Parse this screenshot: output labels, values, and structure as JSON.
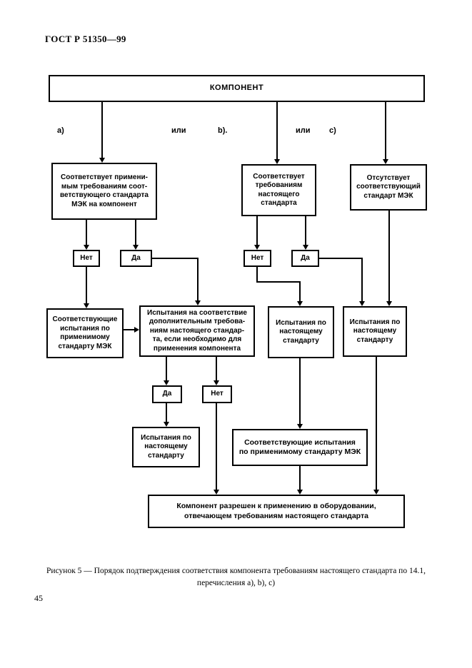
{
  "document": {
    "header": "ГОСТ Р 51350—99",
    "caption": "Рисунок 5 — Порядок подтверждения соответствия компонента требованиям настоящего стандарта по 14.1,\nперечисления а), b), с)",
    "page_number": "45"
  },
  "flowchart": {
    "root": "КОМПОНЕНТ",
    "branch_a_label": "а)",
    "or_label_1": "или",
    "branch_b_label": "b).",
    "or_label_2": "или",
    "branch_c_label": "с)",
    "decision_yes": "Да",
    "decision_no": "Нет",
    "box_a": "Соответствует примени-\nмым требованиям соот-\nветствующего стандарта\nМЭК на компонент",
    "box_b": "Соответствует\nтребованиям\nнастоящего\nстандарта",
    "box_c": "Отсутствует\nсоответствующий\nстандарт МЭК",
    "box_iec_tests": "Соответствующие\nиспытания по\nприменимому\nстандарту МЭК",
    "box_additional_tests": "Испытания на соответствие\nдополнительным требова-\nниям настоящего стандар-\nта, если необходимо для\nприменения компонента",
    "box_this_standard_tests": "Испытания по\nнастоящему\nстандарту",
    "box_applicable_iec_tests": "Соответствующие испытания\nпо применимому стандарту МЭК",
    "box_final": "Компонент разрешен к применению в оборудовании,\nотвечающем требованиям настоящего стандарта"
  }
}
